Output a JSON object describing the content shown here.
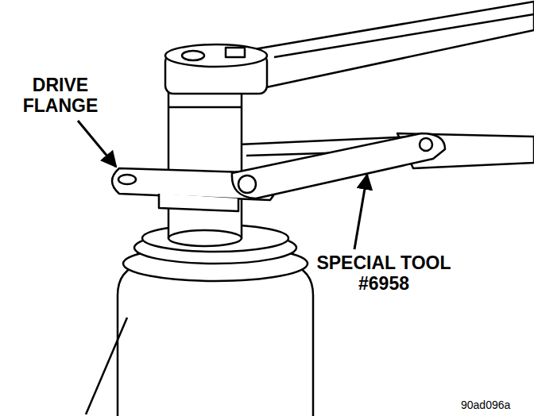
{
  "diagram": {
    "labels": [
      "DRIVE FLANGE",
      "SPECIAL TOOL #6958",
      "90ad096a"
    ]
  }
}
